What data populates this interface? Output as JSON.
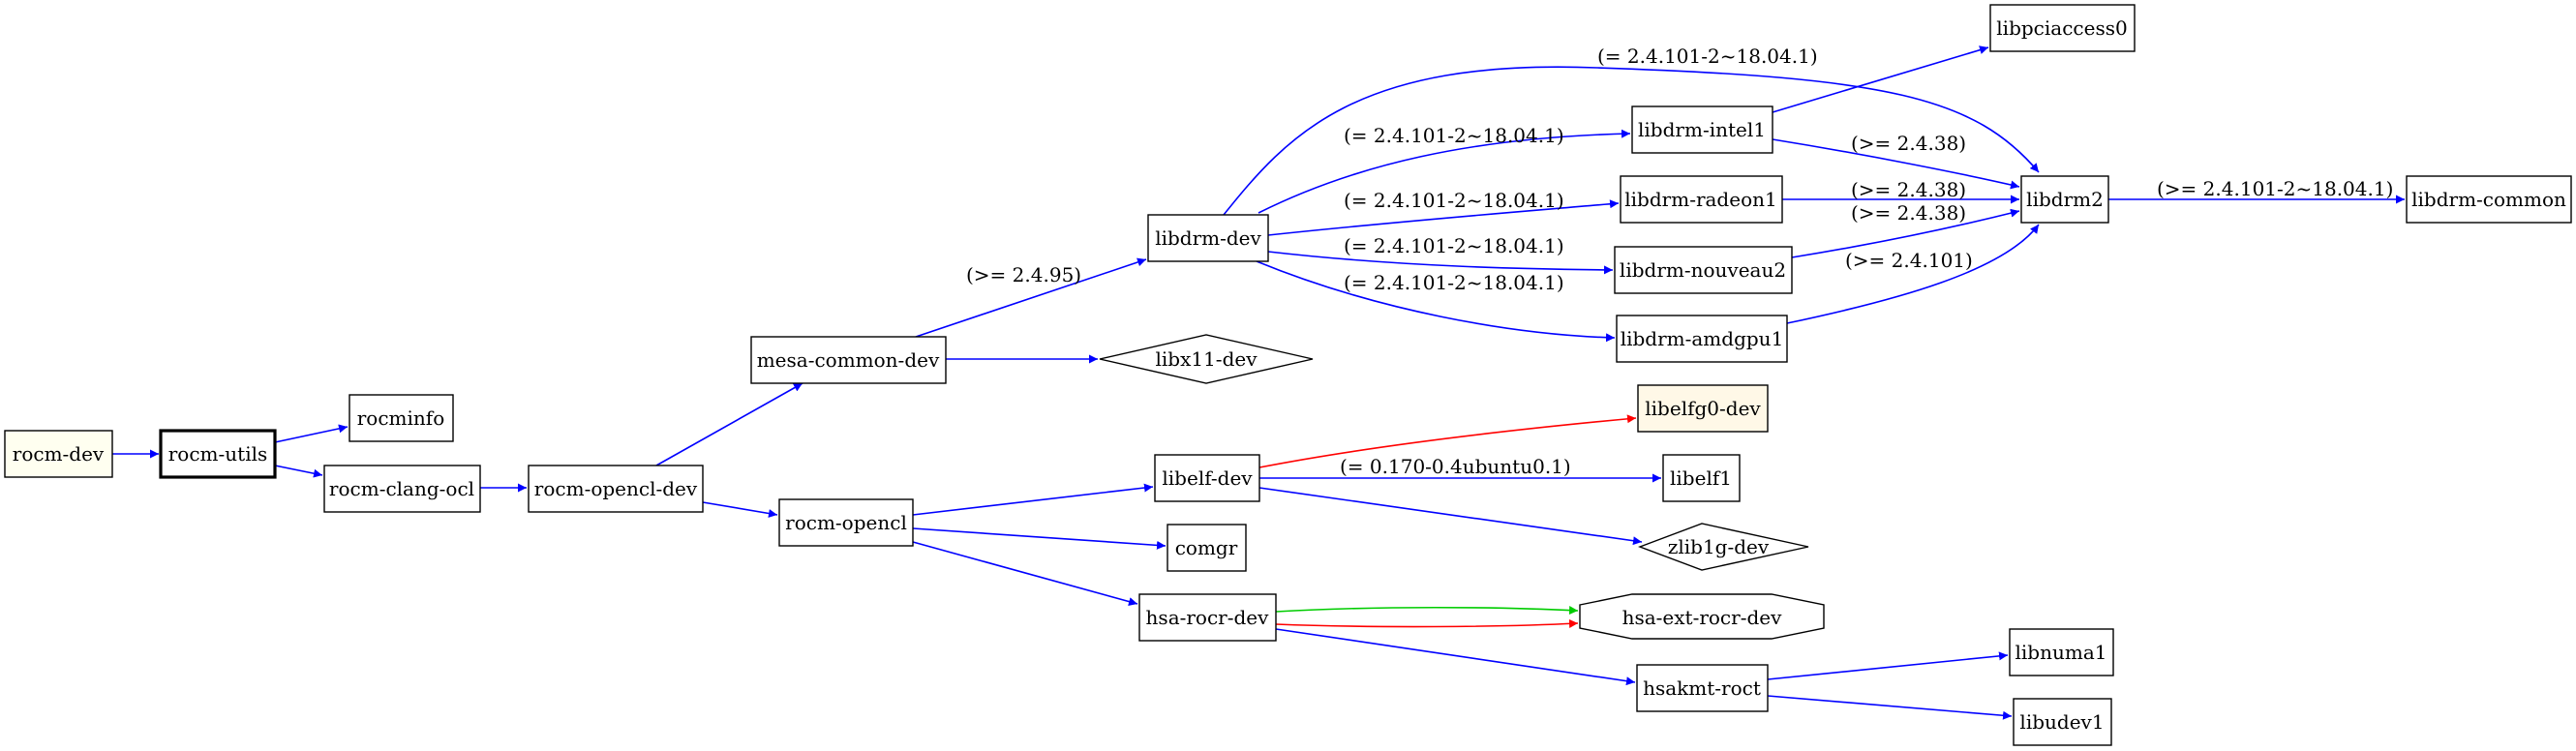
{
  "colors": {
    "requires": "#0000ff",
    "conflicts": "#ff0000",
    "provides": "#00cc00",
    "root_fill": "#fffff0",
    "virtual_fill": "#fff8e7",
    "stroke": "#000000"
  },
  "nodes": {
    "rocm_dev": "rocm-dev",
    "rocm_utils": "rocm-utils",
    "rocminfo": "rocminfo",
    "rocm_clang_ocl": "rocm-clang-ocl",
    "rocm_opencl_dev": "rocm-opencl-dev",
    "mesa_common_dev": "mesa-common-dev",
    "rocm_opencl": "rocm-opencl",
    "libdrm_dev": "libdrm-dev",
    "libx11_dev": "libx11-dev",
    "libelf_dev": "libelf-dev",
    "comgr": "comgr",
    "hsa_rocr_dev": "hsa-rocr-dev",
    "libdrm_intel1": "libdrm-intel1",
    "libdrm_radeon1": "libdrm-radeon1",
    "libdrm_nouveau2": "libdrm-nouveau2",
    "libdrm_amdgpu1": "libdrm-amdgpu1",
    "libelfg0_dev": "libelfg0-dev",
    "libelf1": "libelf1",
    "zlib1g_dev": "zlib1g-dev",
    "hsa_ext_rocr_dev": "hsa-ext-rocr-dev",
    "hsakmt_roct": "hsakmt-roct",
    "libpciaccess0": "libpciaccess0",
    "libdrm2": "libdrm2",
    "libdrm_common": "libdrm-common",
    "libnuma1": "libnuma1",
    "libudev1": "libudev1"
  },
  "edge_labels": {
    "mesa_to_libdrm_dev": "(>= 2.4.95)",
    "libdrm_dev_to_libdrm2": "(= 2.4.101-2~18.04.1)",
    "libdrm_dev_to_intel1": "(= 2.4.101-2~18.04.1)",
    "libdrm_dev_to_radeon1": "(= 2.4.101-2~18.04.1)",
    "libdrm_dev_to_nouveau2": "(= 2.4.101-2~18.04.1)",
    "libdrm_dev_to_amdgpu1": "(= 2.4.101-2~18.04.1)",
    "intel1_to_libdrm2": "(>= 2.4.38)",
    "radeon1_to_libdrm2": "(>= 2.4.38)",
    "nouveau2_to_libdrm2": "(>= 2.4.38)",
    "amdgpu1_to_libdrm2": "(>= 2.4.101)",
    "libdrm2_to_common": "(>= 2.4.101-2~18.04.1)",
    "libelf_dev_to_libelf1": "(= 0.170-0.4ubuntu0.1)"
  }
}
